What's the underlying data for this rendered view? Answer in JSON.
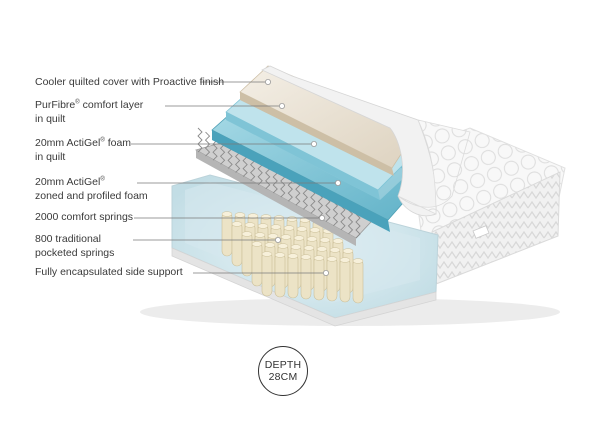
{
  "labels": {
    "cover": "Cooler quilted cover with Proactive finish",
    "purfibre_a": "PurFibre",
    "purfibre_b": "comfort layer",
    "purfibre_c": "in quilt",
    "actigel_foam_a": "20mm ActiGel",
    "actigel_foam_b": "foam",
    "actigel_foam_c": "in quilt",
    "actigel_zoned_a": "20mm ActiGel",
    "actigel_zoned_b": "zoned and profiled foam",
    "comfort_springs": "2000 comfort springs",
    "pocketed_a": "800 traditional",
    "pocketed_b": "pocketed springs",
    "side_support": "Fully encapsulated side support",
    "registered_mark": "®"
  },
  "depth_badge": {
    "line1": "DEPTH",
    "line2": "28CM"
  },
  "colors": {
    "label_text": "#3a3a3a",
    "leader_line": "#7a7a7a",
    "gel_foam": "#7fc4d6",
    "side_foam": "#cfe4ea",
    "pocket_spring": "#ece3c6",
    "cover": "#f7f7f7"
  }
}
